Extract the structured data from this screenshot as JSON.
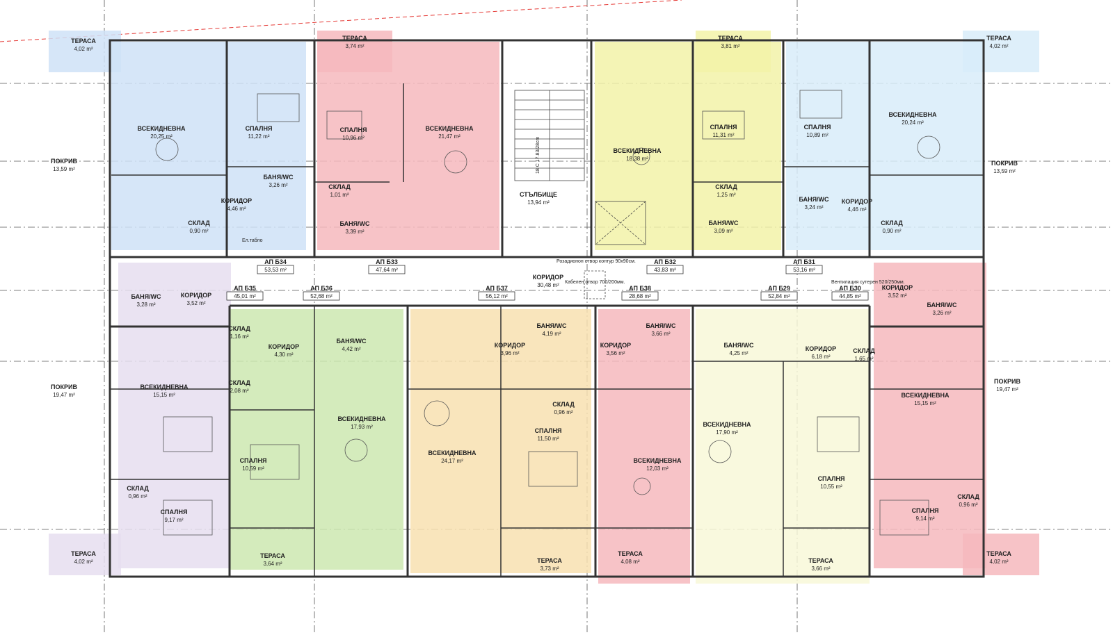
{
  "colors": {
    "blue": "#cfe2f7",
    "light_blue": "#d8ecf9",
    "red": "#f6b8bd",
    "yellow": "#f2f2a8",
    "purple": "#e6def0",
    "green": "#cde8b0",
    "orange": "#f8e0b0",
    "cream": "#f8f8d8",
    "wall": "#333333",
    "axis": "#555555",
    "red_dash": "#e53935"
  },
  "apartments": [
    {
      "id": "a1",
      "label": "АП Б34",
      "area": "53,53 m²",
      "color": "blue"
    },
    {
      "id": "a2",
      "label": "АП Б33",
      "area": "47,64 m²",
      "color": "red"
    },
    {
      "id": "a3",
      "label": "АП Б32",
      "area": "43,83 m²",
      "color": "yellow"
    },
    {
      "id": "a4",
      "label": "АП Б31",
      "area": "53,16 m²",
      "color": "light_blue"
    },
    {
      "id": "a5",
      "label": "АП Б35",
      "area": "45,01 m²",
      "color": "purple"
    },
    {
      "id": "a6",
      "label": "АП Б36",
      "area": "52,68 m²",
      "color": "green"
    },
    {
      "id": "a7",
      "label": "АП Б37",
      "area": "56,12 m²",
      "color": "orange"
    },
    {
      "id": "a8",
      "label": "АП Б38",
      "area": "28,68 m²",
      "color": "red"
    },
    {
      "id": "a9",
      "label": "АП Б29",
      "area": "52,84 m²",
      "color": "cream"
    },
    {
      "id": "a10",
      "label": "АП Б30",
      "area": "44,85 m²",
      "color": "red"
    }
  ],
  "rooms": [
    {
      "name": "ТЕРАСА",
      "area": "4,02 m²"
    },
    {
      "name": "ВСЕКИДНЕВНА",
      "area": "20,25 m²"
    },
    {
      "name": "СПАЛНЯ",
      "area": "11,22 m²"
    },
    {
      "name": "БАНЯ/WC",
      "area": "3,26 m²"
    },
    {
      "name": "КОРИДОР",
      "area": "4,46 m²"
    },
    {
      "name": "СКЛАД",
      "area": "0,90 m²"
    },
    {
      "name": "ПОКРИВ",
      "area": "13,59 m²"
    },
    {
      "name": "ТЕРАСА",
      "area": "3,74 m²"
    },
    {
      "name": "СПАЛНЯ",
      "area": "10,96 m²"
    },
    {
      "name": "ВСЕКИДНЕВНА",
      "area": "21,47 m²"
    },
    {
      "name": "СКЛАД",
      "area": "1,01 m²"
    },
    {
      "name": "БАНЯ/WC",
      "area": "3,39 m²"
    },
    {
      "name": "СТЪЛБИЩЕ",
      "area": "13,94 m²"
    },
    {
      "name": "ТЕРАСА",
      "area": "3,81 m²"
    },
    {
      "name": "ВСЕКИДНЕВНА",
      "area": "18,38 m²"
    },
    {
      "name": "СПАЛНЯ",
      "area": "11,31 m²"
    },
    {
      "name": "СКЛАД",
      "area": "1,25 m²"
    },
    {
      "name": "БАНЯ/WC",
      "area": "3,09 m²"
    },
    {
      "name": "СПАЛНЯ",
      "area": "10,89 m²"
    },
    {
      "name": "ВСЕКИДНЕВНА",
      "area": "20,24 m²"
    },
    {
      "name": "БАНЯ/WC",
      "area": "3,24 m²"
    },
    {
      "name": "КОРИДОР",
      "area": "4,46 m²"
    },
    {
      "name": "СКЛАД",
      "area": "0,90 m²"
    },
    {
      "name": "ТЕРАСА",
      "area": "4,02 m²"
    },
    {
      "name": "ПОКРИВ",
      "area": "13,59 m²"
    },
    {
      "name": "КОРИДОР",
      "area": "30,48 m²"
    },
    {
      "name": "БАНЯ/WC",
      "area": "3,28 m²"
    },
    {
      "name": "КОРИДОР",
      "area": "3,52 m²"
    },
    {
      "name": "СКЛАД",
      "area": "1,16 m²"
    },
    {
      "name": "КОРИДОР",
      "area": "4,30 m²"
    },
    {
      "name": "БАНЯ/WC",
      "area": "4,42 m²"
    },
    {
      "name": "СКЛАД",
      "area": "2,08 m²"
    },
    {
      "name": "ВСЕКИДНЕВНА",
      "area": "15,15 m²"
    },
    {
      "name": "ВСЕКИДНЕВНА",
      "area": "17,93 m²"
    },
    {
      "name": "СПАЛНЯ",
      "area": "10,59 m²"
    },
    {
      "name": "СКЛАД",
      "area": "0,96 m²"
    },
    {
      "name": "СПАЛНЯ",
      "area": "9,17 m²"
    },
    {
      "name": "ТЕРАСА",
      "area": "4,02 m²"
    },
    {
      "name": "ТЕРАСА",
      "area": "3,64 m²"
    },
    {
      "name": "ПОКРИВ",
      "area": "19,47 m²"
    },
    {
      "name": "БАНЯ/WC",
      "area": "4,19 m²"
    },
    {
      "name": "КОРИДОР",
      "area": "3,96 m²"
    },
    {
      "name": "СКЛАД",
      "area": "0,96 m²"
    },
    {
      "name": "СПАЛНЯ",
      "area": "11,50 m²"
    },
    {
      "name": "ВСЕКИДНЕВНА",
      "area": "24,17 m²"
    },
    {
      "name": "ТЕРАСА",
      "area": "3,73 m²"
    },
    {
      "name": "БАНЯ/WC",
      "area": "3,66 m²"
    },
    {
      "name": "КОРИДОР",
      "area": "3,56 m²"
    },
    {
      "name": "ВСЕКИДНЕВНА",
      "area": "12,03 m²"
    },
    {
      "name": "ТЕРАСА",
      "area": "4,08 m²"
    },
    {
      "name": "БАНЯ/WC",
      "area": "4,25 m²"
    },
    {
      "name": "КОРИДОР",
      "area": "6,18 m²"
    },
    {
      "name": "ВСЕКИДНЕВНА",
      "area": "17,90 m²"
    },
    {
      "name": "СПАЛНЯ",
      "area": "10,55 m²"
    },
    {
      "name": "ТЕРАСА",
      "area": "3,66 m²"
    },
    {
      "name": "СКЛАД",
      "area": "1,65 m²"
    },
    {
      "name": "КОРИДОР",
      "area": "3,52 m²"
    },
    {
      "name": "БАНЯ/WC",
      "area": "3,26 m²"
    },
    {
      "name": "ВСЕКИДНЕВНА",
      "area": "15,15 m²"
    },
    {
      "name": "СПАЛНЯ",
      "area": "9,14 m²"
    },
    {
      "name": "СКЛАД",
      "area": "0,96 m²"
    },
    {
      "name": "ТЕРАСА",
      "area": "4,02 m²"
    },
    {
      "name": "ПОКРИВ",
      "area": "19,47 m²"
    }
  ],
  "notes": {
    "smoke_vent": "Розадионон отвор контур 90x90см.",
    "cable_opening": "Кабелен отвор 700/200мм.",
    "ventilation": "Вентилация сутерен 520/250мм.",
    "panel": "Ел.табло",
    "stairs": "18 С 17.83/28cm"
  }
}
